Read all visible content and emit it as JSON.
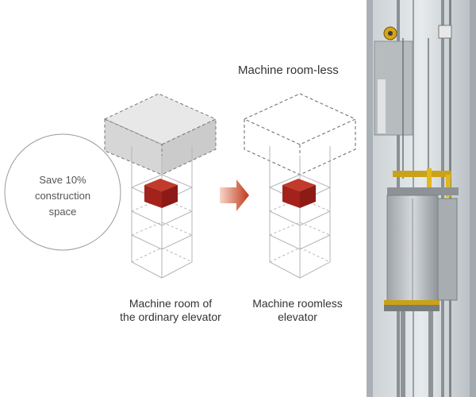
{
  "callout": {
    "line1": "Save 10%",
    "line2": "construction",
    "line3": "space"
  },
  "heading": "Machine room-less",
  "labels": {
    "ordinary_line1": "Machine room of",
    "ordinary_line2": "the ordinary elevator",
    "roomless_line1": "Machine roomless",
    "roomless_line2": "elevator"
  },
  "colors": {
    "car_red": "#a3221c",
    "arrow_start": "#f6d6c8",
    "arrow_end": "#c0391b",
    "machine_room_fill": "#d6d6d6"
  }
}
